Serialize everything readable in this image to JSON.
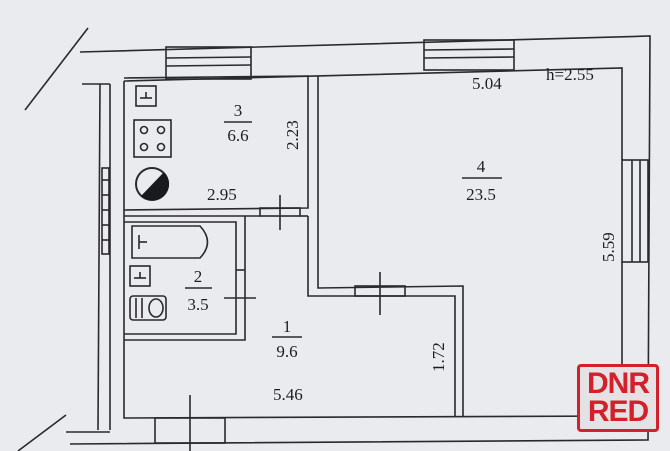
{
  "plan": {
    "ceiling_height": "h=2.55",
    "rooms": [
      {
        "number": "1",
        "area": "9.6"
      },
      {
        "number": "2",
        "area": "3.5"
      },
      {
        "number": "3",
        "area": "6.6"
      },
      {
        "number": "4",
        "area": "23.5"
      }
    ],
    "dimensions": {
      "room4_width": "5.04",
      "room4_length": "5.59",
      "kitchen_length": "2.23",
      "kitchen_width": "2.95",
      "corridor_width": "1.72",
      "total_length": "5.46"
    }
  },
  "watermark": {
    "line1": "DNR",
    "line2": "RED"
  },
  "colors": {
    "ink": "#2a2a2e",
    "paper": "#e9ebef",
    "watermark": "#d3202a"
  }
}
